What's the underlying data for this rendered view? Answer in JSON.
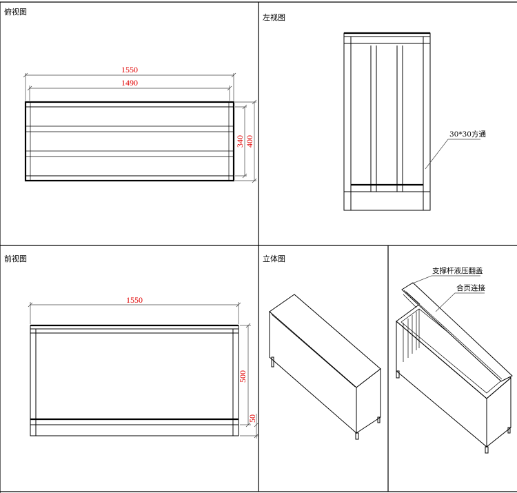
{
  "views": {
    "top": {
      "title": "俯视图",
      "dim_outer_width": "1550",
      "dim_inner_width": "1490",
      "dim_inner_depth": "340",
      "dim_outer_depth": "400"
    },
    "left": {
      "title": "左视图",
      "tube_note": "30*30方通"
    },
    "front": {
      "title": "前视图",
      "dim_width": "1550",
      "dim_height": "500",
      "dim_leg": "50"
    },
    "iso": {
      "title": "立体图",
      "note_strut": "支撑杆液压翻盖",
      "note_hinge": "合页连接"
    }
  }
}
